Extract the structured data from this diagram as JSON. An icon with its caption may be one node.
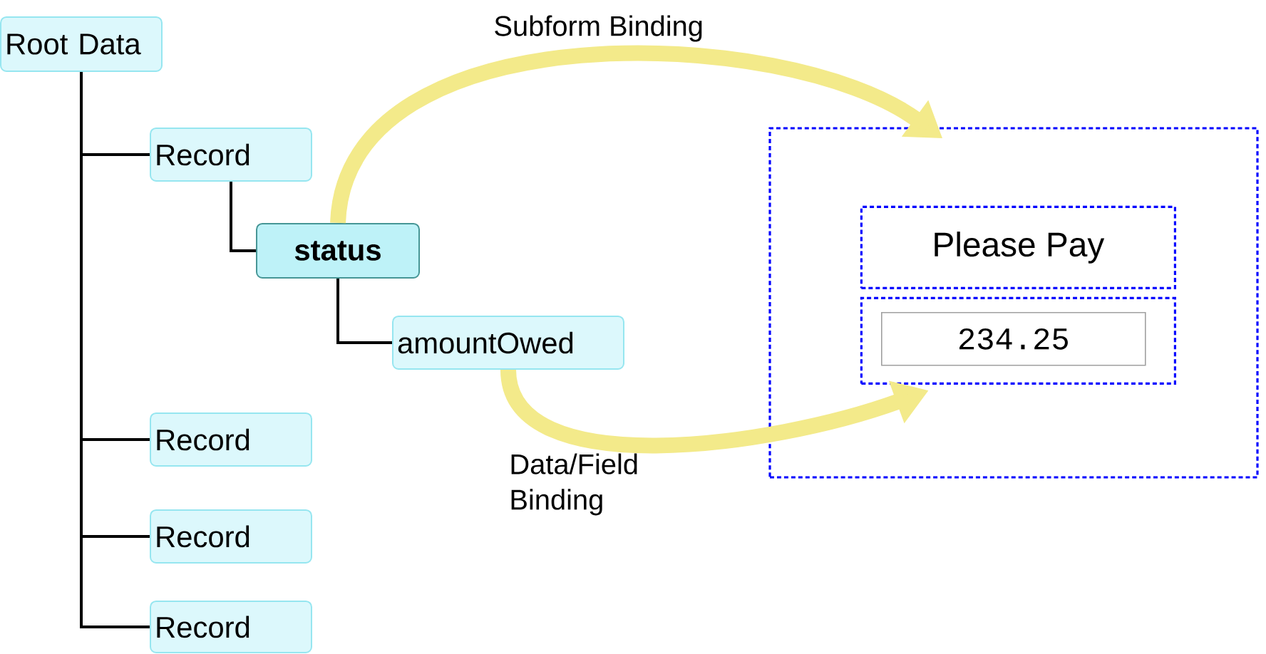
{
  "diagram": {
    "nodes": [
      {
        "text": [
          "Root Data"
        ]
      },
      {
        "text": [
          "Record"
        ]
      },
      {
        "text": [
          "status"
        ]
      },
      {
        "text": [
          "amountOwed"
        ]
      },
      {
        "text": [
          "Record"
        ]
      },
      {
        "text": [
          "Record"
        ]
      },
      {
        "text": [
          "Record"
        ]
      },
      {
        "text": [],
        "shape": "box"
      },
      {
        "text": [
          "Please Pay"
        ],
        "in": 7
      },
      {
        "text": [],
        "shape": "box",
        "in": 7
      },
      {
        "text": [
          "234.25"
        ],
        "in": 9
      }
    ],
    "edges": [
      {
        "from": 0,
        "to": 1,
        "arrow": "none"
      },
      {
        "from": 1,
        "to": 2,
        "arrow": "none"
      },
      {
        "from": 2,
        "to": 3,
        "arrow": "none"
      },
      {
        "from": 0,
        "to": 4,
        "arrow": "none"
      },
      {
        "from": 0,
        "to": 5,
        "arrow": "none"
      },
      {
        "from": 0,
        "to": 6,
        "arrow": "none"
      },
      {
        "from": 2,
        "to": 7,
        "arrow": "to",
        "label": "Subform Binding",
        "style": "thick",
        "color": "#f3ea8a"
      },
      {
        "from": 3,
        "to": 9,
        "arrow": "to",
        "label": "Data/Field Binding",
        "style": "thick",
        "color": "#f3ea8a"
      }
    ]
  }
}
